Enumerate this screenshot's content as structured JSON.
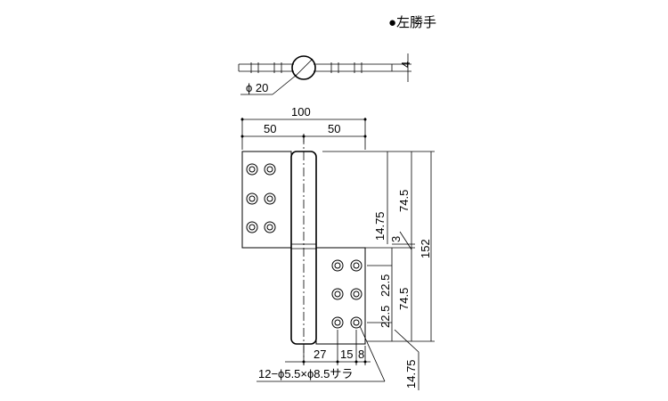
{
  "title": "●左勝手",
  "top_view": {
    "diameter_label": "ϕ 20",
    "thickness_label": "4"
  },
  "dimensions": {
    "total_width": "100",
    "left_leaf_width": "50",
    "right_leaf_width": "50",
    "bottom_27": "27",
    "bottom_15": "15",
    "bottom_8": "8",
    "v_14_75_upper": "14.75",
    "v_74_5_upper": "74.5",
    "v_3": "3",
    "v_152": "152",
    "v_22_5_upper": "22.5",
    "v_74_5_lower": "74.5",
    "v_22_5_lower": "22.5",
    "v_14_75_lower": "14.75"
  },
  "hole_spec": "12−ϕ5.5×ϕ8.5サラ"
}
